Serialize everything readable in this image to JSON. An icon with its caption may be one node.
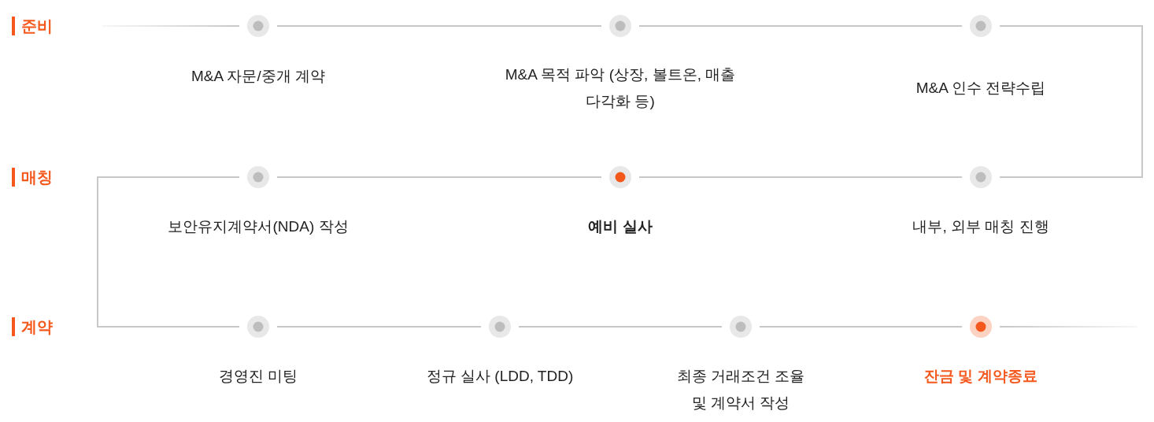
{
  "diagram": {
    "nodes": [
      {
        "text": [],
        "shape": "circle",
        "beside": [
          "M&A 자문/중개 계약"
        ]
      },
      {
        "text": [],
        "shape": "circle",
        "beside": [
          "M&A 목적 파악 (상장, 볼트온, 매출다각화 등)"
        ]
      },
      {
        "text": [],
        "shape": "circle",
        "beside": [
          "M&A 인수 전략수립"
        ]
      },
      {
        "text": [],
        "shape": "circle",
        "beside": [
          "보안유지계약서(NDA) 작성"
        ]
      },
      {
        "text": [],
        "shape": "circle",
        "beside": [
          "예비 실사"
        ]
      },
      {
        "text": [],
        "shape": "circle",
        "beside": [
          "내부, 외부 매칭 진행"
        ]
      },
      {
        "text": [],
        "shape": "circle",
        "beside": [
          "경영진 미팅"
        ]
      },
      {
        "text": [],
        "shape": "circle",
        "beside": [
          "정규 실사 (LDD, TDD)"
        ]
      },
      {
        "text": [],
        "shape": "circle",
        "beside": [
          "최종 거래조건 조율 및 계약서 작성"
        ]
      },
      {
        "text": [],
        "shape": "circle",
        "beside": [
          "잔금 및 계약종료"
        ]
      }
    ],
    "edges": [
      {
        "from": null,
        "to": 0,
        "arrow": "none"
      },
      {
        "from": 0,
        "to": 1,
        "arrow": "none"
      },
      {
        "from": 1,
        "to": 2,
        "arrow": "none"
      },
      {
        "from": 2,
        "to": 5,
        "arrow": "none"
      },
      {
        "from": 5,
        "to": 4,
        "arrow": "none"
      },
      {
        "from": 4,
        "to": 3,
        "arrow": "none"
      },
      {
        "from": 3,
        "to": 6,
        "arrow": "none"
      },
      {
        "from": 6,
        "to": 7,
        "arrow": "none"
      },
      {
        "from": 7,
        "to": 8,
        "arrow": "none"
      },
      {
        "from": 8,
        "to": 9,
        "arrow": "none"
      },
      {
        "from": 9,
        "to": null,
        "arrow": "none"
      }
    ],
    "labels": [
      "준비",
      "매칭",
      "계약"
    ]
  }
}
